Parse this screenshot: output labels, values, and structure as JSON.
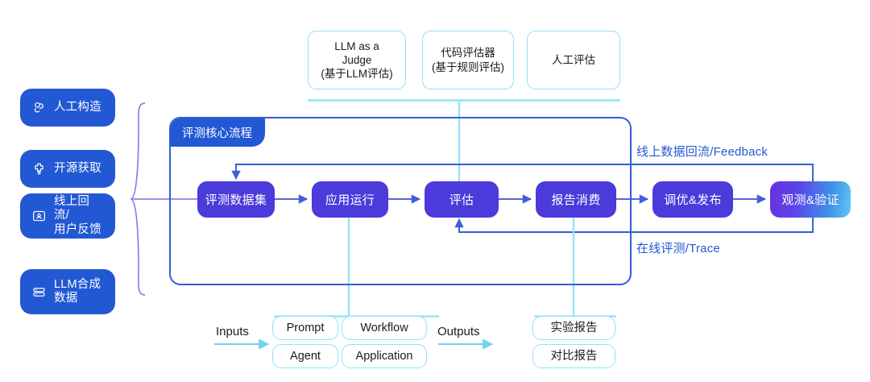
{
  "diagram": {
    "title": "评测核心流程",
    "colors": {
      "pill_blue": "#2358d4",
      "node_purple": "#4b3bdb",
      "cyan_line": "#8fe2f7",
      "blue_line": "#2f5fd8",
      "gradient_end": "#63c8f2"
    }
  },
  "sources": {
    "items": [
      {
        "label": "人工构造",
        "icon": "hand-draw-icon"
      },
      {
        "label": "开源获取",
        "icon": "puzzle-plus-icon"
      },
      {
        "label": "线上回流/\n用户反馈",
        "icon": "screen-user-icon"
      },
      {
        "label": "LLM合成\n数据",
        "icon": "database-icon"
      }
    ]
  },
  "evaluators": {
    "items": [
      {
        "label": "LLM as a\nJudge\n(基于LLM评估)"
      },
      {
        "label": "代码评估器\n(基于规则评估)"
      },
      {
        "label": "人工评估"
      }
    ]
  },
  "flow": {
    "nodes": [
      {
        "label": "评测数据集"
      },
      {
        "label": "应用运行"
      },
      {
        "label": "评估"
      },
      {
        "label": "报告消费"
      },
      {
        "label": "调优&发布"
      },
      {
        "label": "观测&验证"
      }
    ]
  },
  "loops": {
    "feedback": "线上数据回流/Feedback",
    "trace": "在线评测/Trace"
  },
  "io": {
    "inputs_label": "Inputs",
    "outputs_label": "Outputs",
    "app_items": [
      {
        "label": "Prompt"
      },
      {
        "label": "Workflow"
      },
      {
        "label": "Agent"
      },
      {
        "label": "Application"
      }
    ],
    "report_items": [
      {
        "label": "实验报告"
      },
      {
        "label": "对比报告"
      }
    ]
  }
}
